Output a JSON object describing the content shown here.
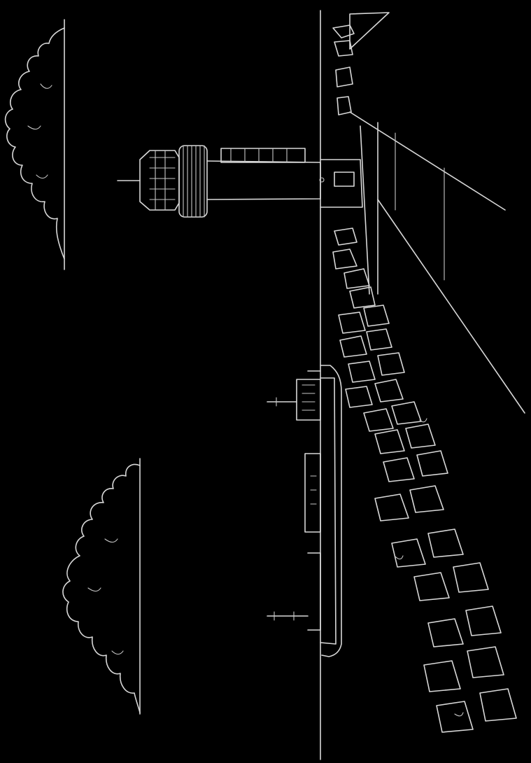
{
  "scene": {
    "description_free": true,
    "background": "#000000",
    "line_color": "#d8d8d8",
    "orientation": "rotated-90-clockwise",
    "elements": [
      {
        "name": "cloud",
        "count": 2
      },
      {
        "name": "lighthouse",
        "count": 1
      },
      {
        "name": "ship",
        "count": 1
      },
      {
        "name": "breakwater-tetrapods",
        "count": 1
      },
      {
        "name": "pier-walkway",
        "count": 1
      },
      {
        "name": "sea-horizon",
        "count": 1
      }
    ]
  }
}
